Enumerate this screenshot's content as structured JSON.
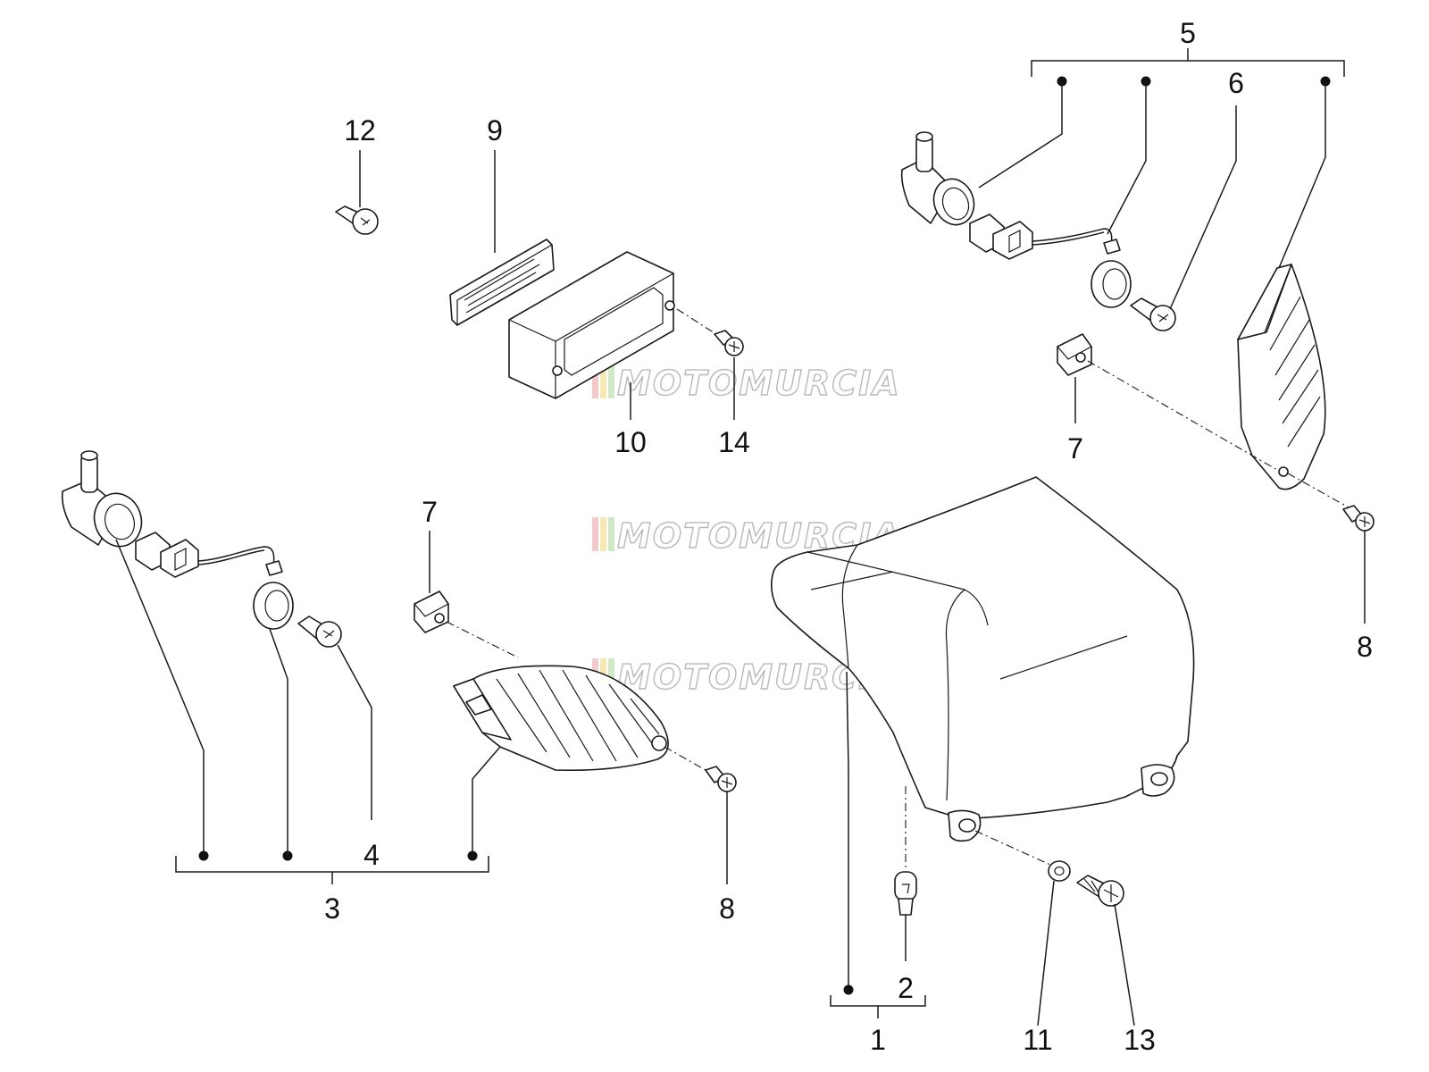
{
  "callouts": {
    "c1": "1",
    "c2": "2",
    "c3": "3",
    "c4": "4",
    "c5": "5",
    "c6": "6",
    "c7a": "7",
    "c7b": "7",
    "c8a": "8",
    "c8b": "8",
    "c9": "9",
    "c10": "10",
    "c11": "11",
    "c12": "12",
    "c13": "13",
    "c14": "14"
  },
  "watermark": {
    "text": "MOTOMURCIA",
    "stripe_colors": [
      "#f3c9c9",
      "#f6e9b3",
      "#cfe8c6"
    ]
  },
  "colors": {
    "line": "#1a1a1a",
    "background": "#ffffff",
    "watermark_outline": "#b9b9b9"
  }
}
